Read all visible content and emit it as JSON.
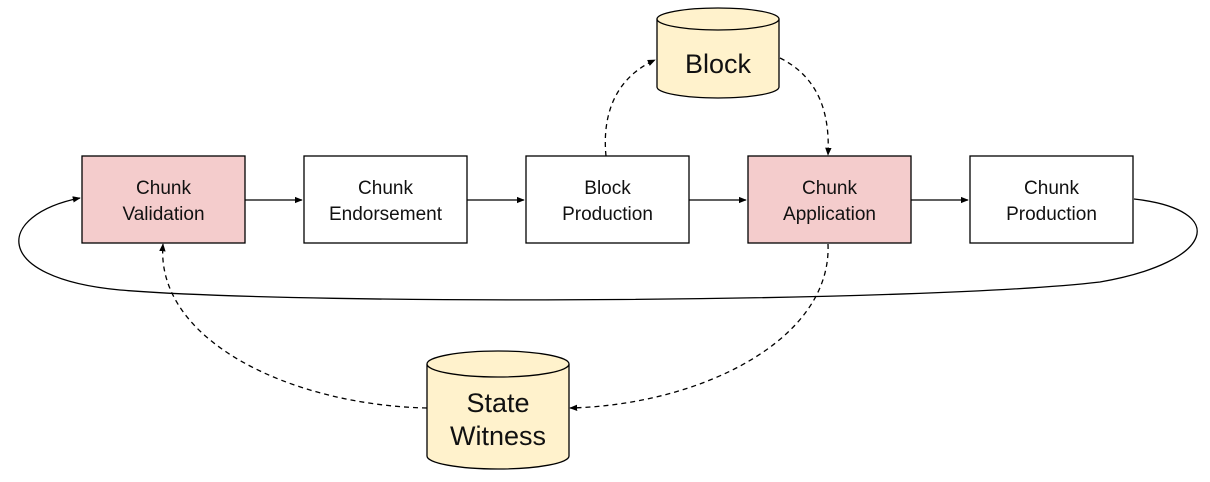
{
  "diagram": {
    "nodes": {
      "chunk_validation": {
        "line1": "Chunk",
        "line2": "Validation",
        "shape": "box",
        "highlight": true
      },
      "chunk_endorsement": {
        "line1": "Chunk",
        "line2": "Endorsement",
        "shape": "box",
        "highlight": false
      },
      "block_production": {
        "line1": "Block",
        "line2": "Production",
        "shape": "box",
        "highlight": false
      },
      "chunk_application": {
        "line1": "Chunk",
        "line2": "Application",
        "shape": "box",
        "highlight": true
      },
      "chunk_production": {
        "line1": "Chunk",
        "line2": "Production",
        "shape": "box",
        "highlight": false
      },
      "block": {
        "line1": "Block",
        "shape": "cylinder"
      },
      "state_witness": {
        "line1": "State",
        "line2": "Witness",
        "shape": "cylinder"
      }
    },
    "edges": [
      {
        "from": "chunk_validation",
        "to": "chunk_endorsement",
        "style": "solid"
      },
      {
        "from": "chunk_endorsement",
        "to": "block_production",
        "style": "solid"
      },
      {
        "from": "block_production",
        "to": "chunk_application",
        "style": "solid"
      },
      {
        "from": "chunk_application",
        "to": "chunk_production",
        "style": "solid"
      },
      {
        "from": "chunk_production",
        "to": "chunk_validation",
        "style": "solid",
        "kind": "loop"
      },
      {
        "from": "block_production",
        "to": "block",
        "style": "dashed"
      },
      {
        "from": "block",
        "to": "chunk_application",
        "style": "dashed"
      },
      {
        "from": "chunk_application",
        "to": "state_witness",
        "style": "dashed"
      },
      {
        "from": "state_witness",
        "to": "chunk_validation",
        "style": "dashed"
      }
    ],
    "colors": {
      "highlight_fill": "#f4cccc",
      "box_fill": "#ffffff",
      "cylinder_fill": "#fff2cc",
      "stroke": "#000000"
    }
  }
}
